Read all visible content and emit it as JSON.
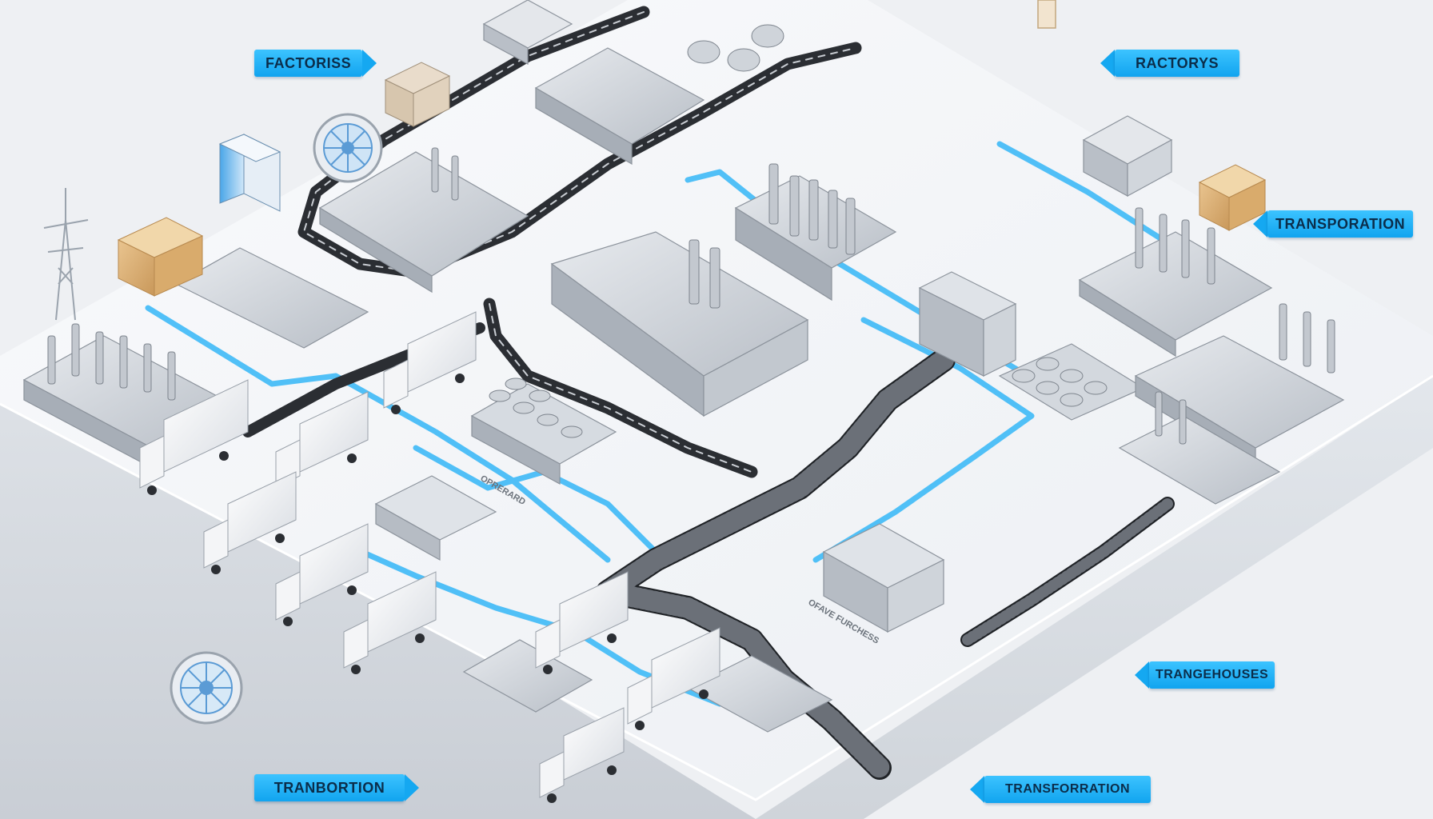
{
  "labels": {
    "factories_left": "FACTORISS",
    "factorys_right": "RACTORYS",
    "transporation_right": "TRANSPORATION",
    "trangehouses": "TRANGEHOUSES",
    "tranbortion": "TRANBORTION",
    "transforration": "TRANSFORRATION"
  },
  "map_texts": {
    "label_a": "OPRERARD",
    "label_b": "OFAVE FURCHESS"
  },
  "icons": [
    "gear-icon",
    "box-icon",
    "truck-icon",
    "power-tower-icon",
    "server-rack-icon",
    "factory-icon",
    "conveyor-icon"
  ],
  "colors": {
    "accent": "#1aa9f2",
    "background": "#eef0f3",
    "platform": "#f7f8fa",
    "road": "#2b2e33"
  }
}
